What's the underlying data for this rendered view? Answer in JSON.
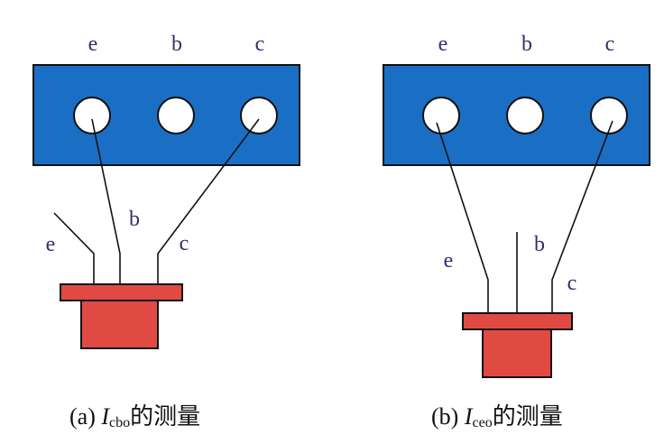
{
  "colors": {
    "board": "#1a6fc4",
    "hole": "#ffffff",
    "component": "#e04a43",
    "label": "#3b2a6b"
  },
  "panel_a": {
    "socket_labels": {
      "e": "e",
      "b": "b",
      "c": "c"
    },
    "lead_labels": {
      "e": "e",
      "b": "b",
      "c": "c"
    },
    "caption": {
      "prefix": "(a) ",
      "italic": "I",
      "subscript": "cbo",
      "suffix": "的测量"
    }
  },
  "panel_b": {
    "socket_labels": {
      "e": "e",
      "b": "b",
      "c": "c"
    },
    "lead_labels": {
      "e": "e",
      "b": "b",
      "c": "c"
    },
    "caption": {
      "prefix": "(b) ",
      "italic": "I",
      "subscript": "ceo",
      "suffix": "的测量"
    }
  }
}
